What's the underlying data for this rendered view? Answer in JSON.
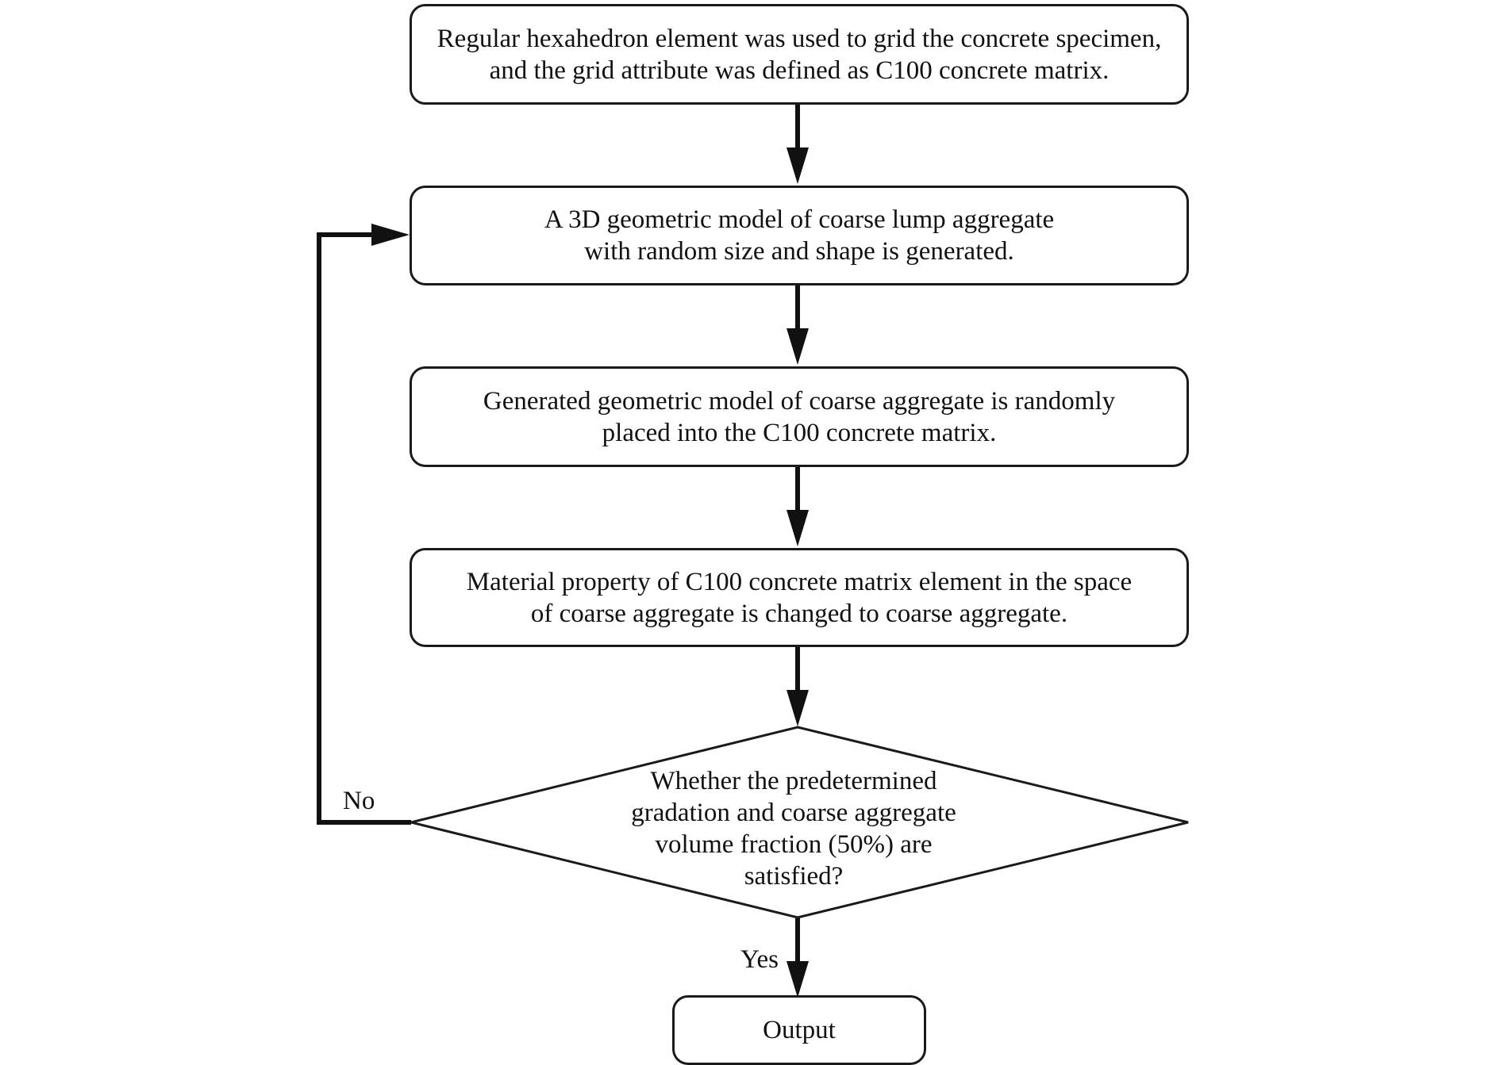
{
  "steps": [
    {
      "lines": [
        "Regular hexahedron element was used to grid the concrete specimen,",
        "and the grid attribute was defined as C100 concrete matrix."
      ]
    },
    {
      "lines": [
        "A 3D geometric model of coarse lump aggregate",
        "with random size and shape is generated."
      ]
    },
    {
      "lines": [
        "Generated geometric model of coarse aggregate is randomly",
        "placed into the C100 concrete matrix."
      ]
    },
    {
      "lines": [
        "Material property of C100 concrete matrix element in the space",
        "of coarse aggregate is changed to coarse aggregate."
      ]
    }
  ],
  "decision": {
    "lines": [
      "Whether the predetermined",
      "gradation and coarse aggregate",
      "volume fraction (50%) are",
      "satisfied?"
    ]
  },
  "branch_no_label": "No",
  "branch_yes_label": "Yes",
  "output_label": "Output"
}
